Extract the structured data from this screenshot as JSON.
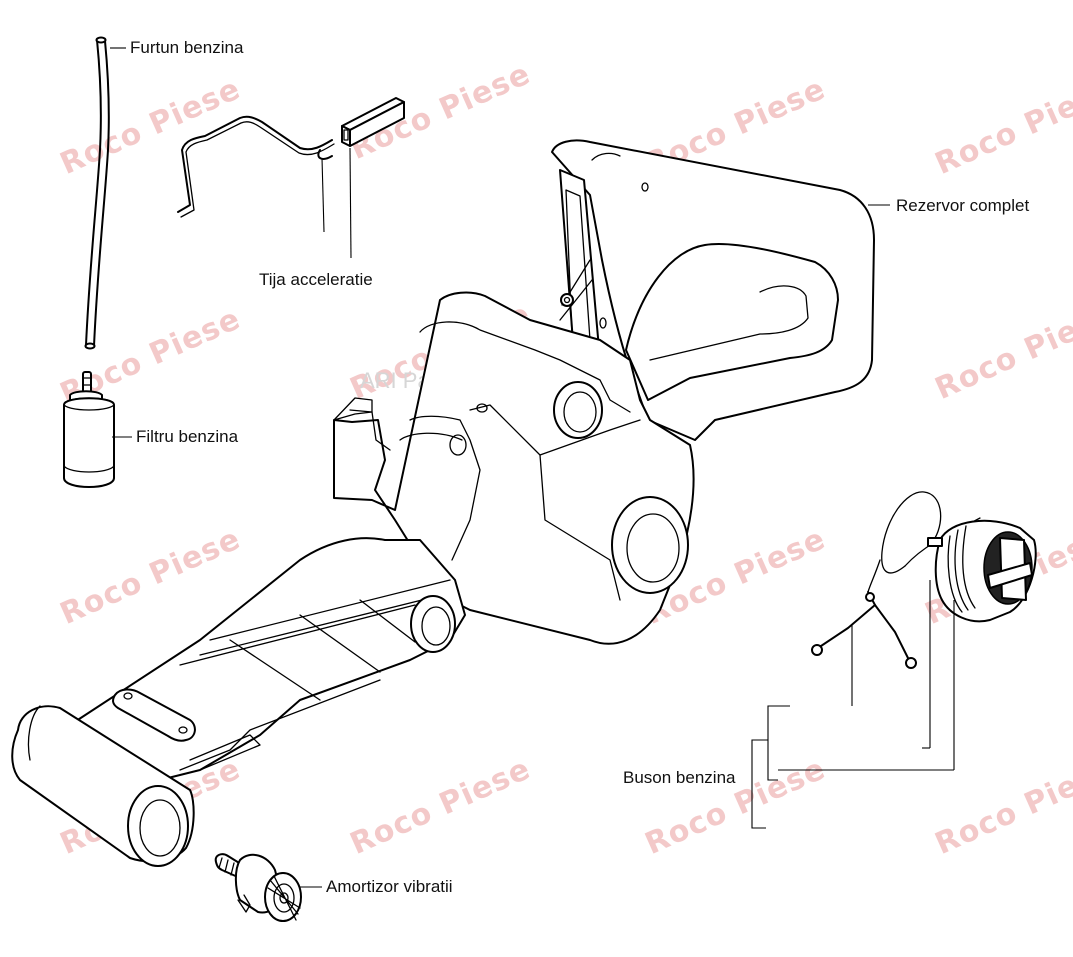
{
  "labels": {
    "furtun": "Furtun benzina",
    "tija": "Tija acceleratie",
    "filtru": "Filtru benzina",
    "rezervor": "Rezervor complet",
    "buson": "Buson benzina",
    "amortizor": "Amortizor vibratii"
  },
  "watermark": {
    "text": "Roco Piese",
    "source": "ARI PartStream",
    "color": "#f3c9c9",
    "source_color": "#d6d6d6"
  },
  "colors": {
    "line": "#000000",
    "background": "#ffffff"
  }
}
